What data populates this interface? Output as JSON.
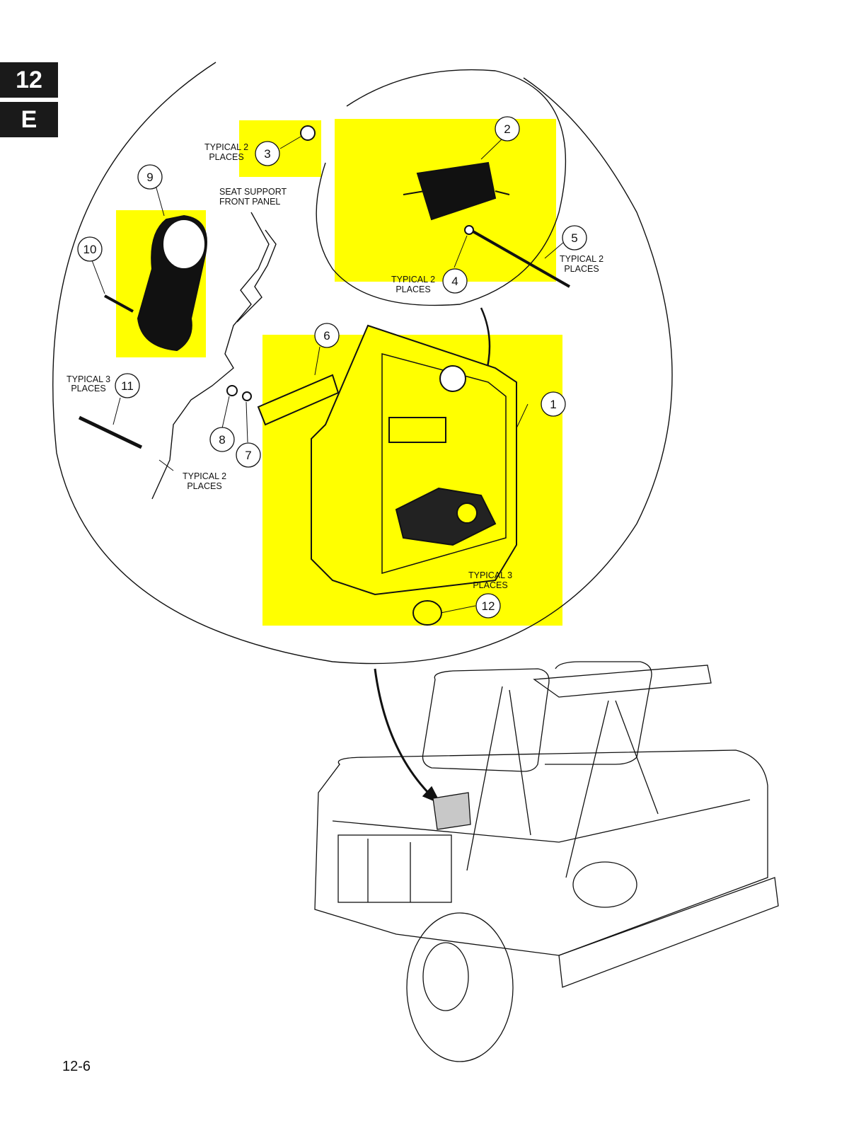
{
  "tabs": {
    "chapter": "12",
    "section": "E"
  },
  "callouts": [
    "1",
    "2",
    "3",
    "4",
    "5",
    "6",
    "7",
    "8",
    "9",
    "10",
    "11",
    "12"
  ],
  "labels": {
    "typical2_a": [
      "TYPICAL 2",
      "PLACES"
    ],
    "typical2_b": [
      "TYPICAL 2",
      "PLACES"
    ],
    "typical2_c": [
      "TYPICAL 2",
      "PLACES"
    ],
    "typical2_d": [
      "TYPICAL 2",
      "PLACES"
    ],
    "typical3_a": [
      "TYPICAL 3",
      "PLACES"
    ],
    "typical3_b": [
      "TYPICAL 3",
      "PLACES"
    ],
    "seat_support": [
      "SEAT SUPPORT",
      "FRONT PANEL"
    ]
  },
  "colors": {
    "highlight": "#ffff00",
    "line": "#111111",
    "tab": "#1a1a1a"
  },
  "page_number": "12-6"
}
